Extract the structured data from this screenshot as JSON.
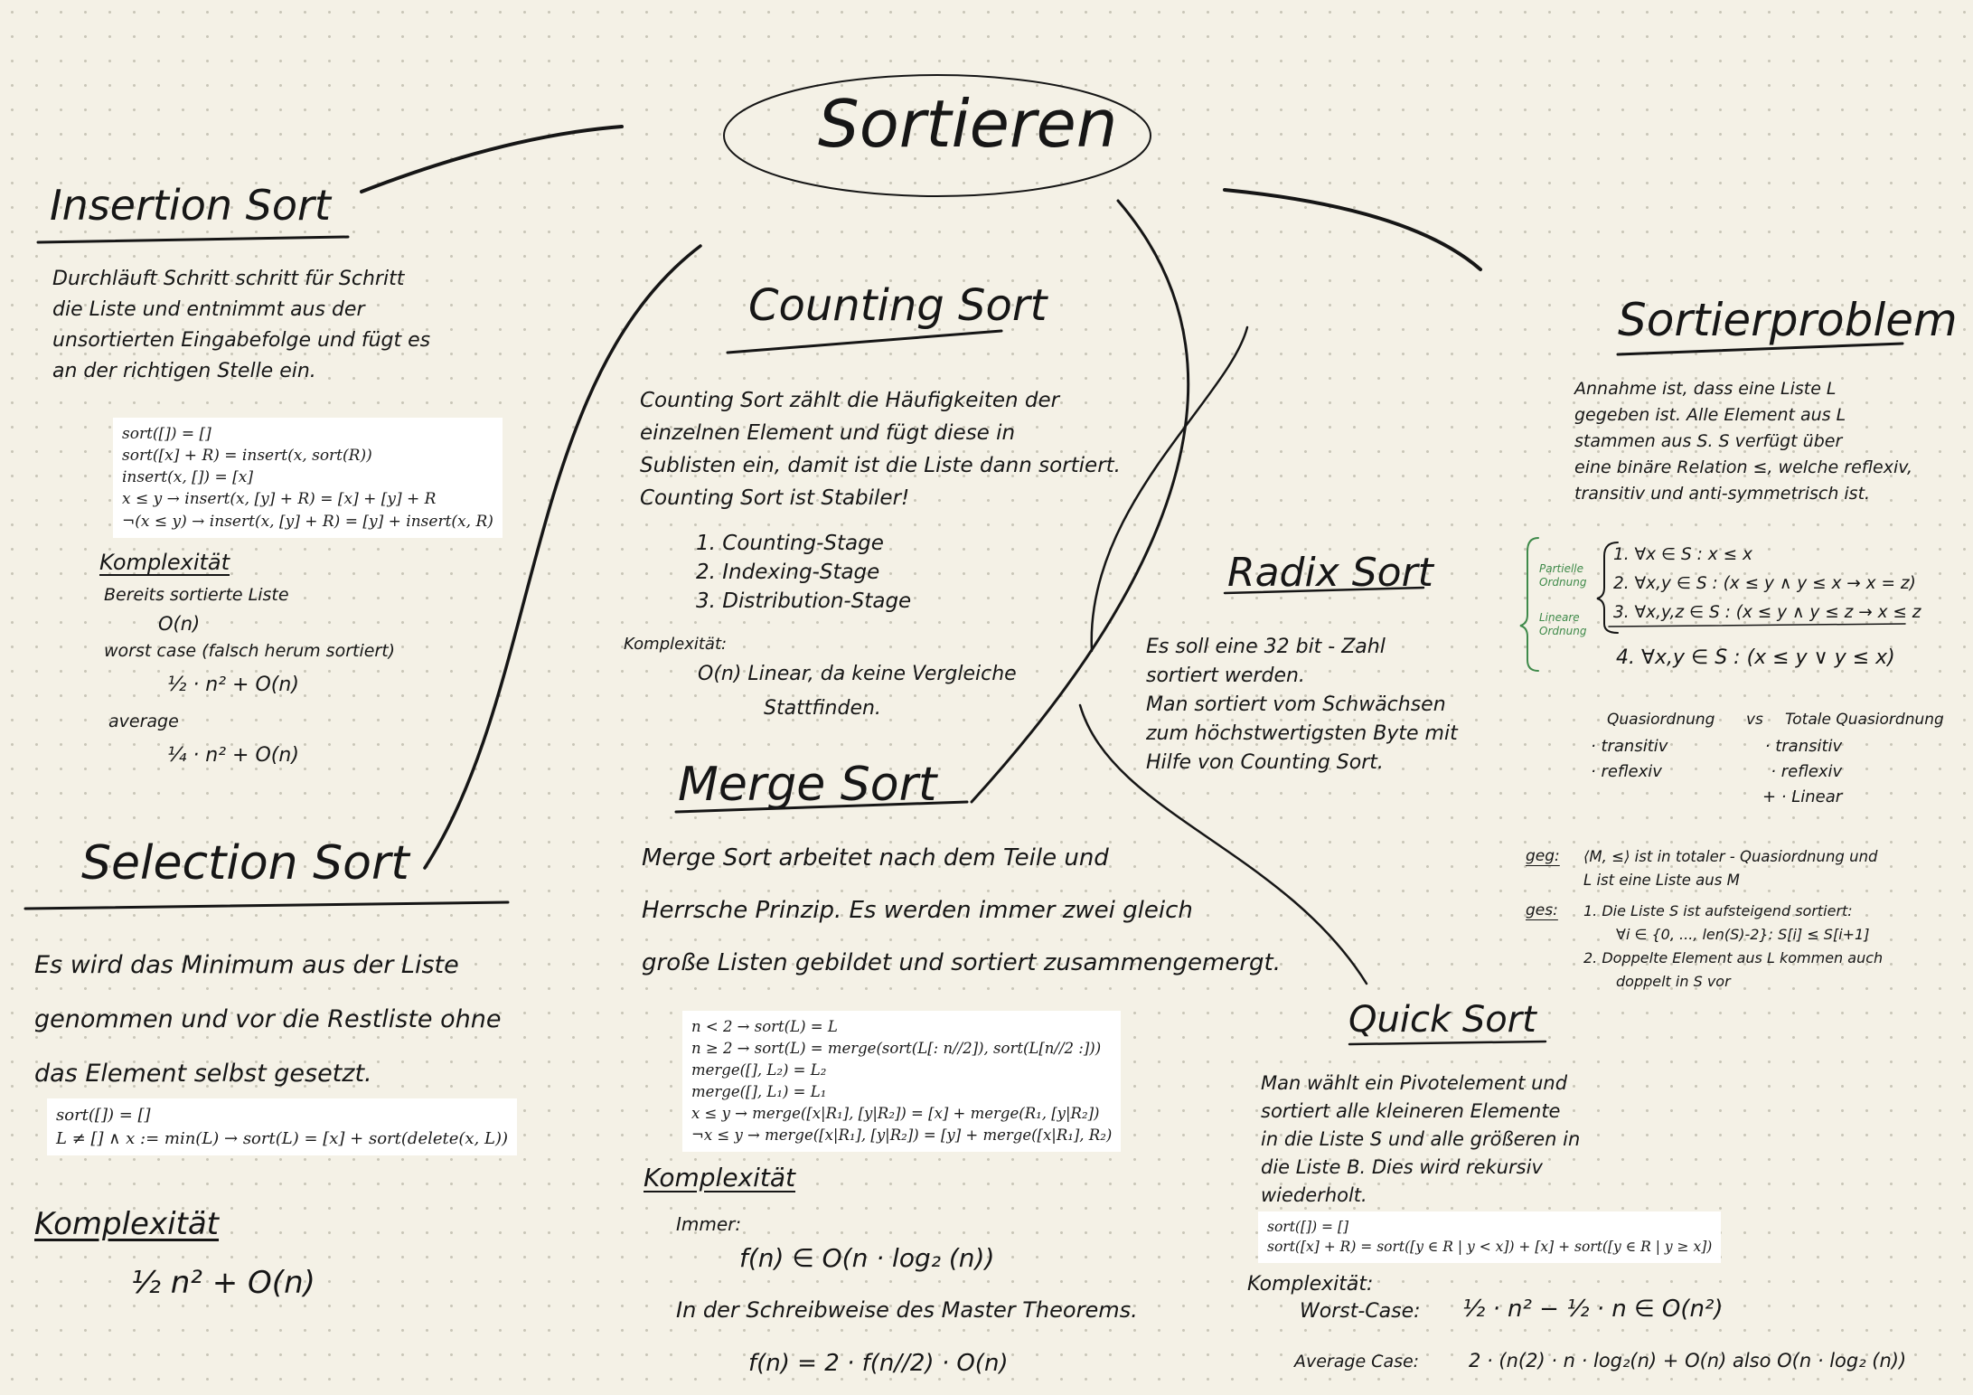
{
  "center": {
    "title": "Sortieren"
  },
  "insertion": {
    "title": "Insertion Sort",
    "desc": [
      "Durchläuft Schritt schritt für Schritt",
      "die Liste und entnimmt aus der",
      "unsortierten Eingabefolge und fügt es",
      "an der richtigen Stelle ein."
    ],
    "formula": [
      "sort([]) = []",
      "sort([x] + R) = insert(x, sort(R))",
      "insert(x, []) = [x]",
      "x ≤ y → insert(x, [y] + R) = [x] + [y] + R",
      "¬(x ≤ y) → insert(x, [y] + R) = [y] + insert(x, R)"
    ],
    "complexity_label": "Komplexität",
    "complexity": [
      "Bereits sortierte Liste",
      "O(n)",
      "worst case (falsch herum sortiert)",
      "½ · n² + O(n)",
      "average",
      "¼ · n² + O(n)"
    ]
  },
  "selection": {
    "title": "Selection Sort",
    "desc": [
      "Es wird das Minimum aus der Liste",
      "genommen und vor die Restliste ohne",
      "das Element selbst gesetzt."
    ],
    "formula": [
      "sort([]) = []",
      "L ≠ [] ∧ x := min(L) → sort(L) = [x] + sort(delete(x, L))"
    ],
    "complexity_label": "Komplexität",
    "complexity": "½ n² + O(n)"
  },
  "counting": {
    "title": "Counting Sort",
    "desc": [
      "Counting Sort zählt die Häufigkeiten der",
      "einzelnen Element und fügt diese in",
      "Sublisten ein, damit ist die Liste dann sortiert.",
      "Counting Sort ist Stabiler!"
    ],
    "stages": [
      "1. Counting-Stage",
      "2. Indexing-Stage",
      "3. Distribution-Stage"
    ],
    "complexity_label": "Komplexität:",
    "complexity": [
      "O(n)  Linear, da keine Vergleiche",
      "Stattfinden."
    ]
  },
  "merge": {
    "title": "Merge Sort",
    "desc": [
      "Merge Sort arbeitet nach dem Teile und",
      "Herrsche Prinzip. Es werden immer zwei gleich",
      "große Listen gebildet und sortiert zusammengemergt."
    ],
    "formula": [
      "n < 2 → sort(L) = L",
      "n ≥ 2 → sort(L) = merge(sort(L[: n//2]), sort(L[n//2 :]))",
      "merge([], L₂) = L₂",
      "merge([], L₁) = L₁",
      "x ≤ y → merge([x|R₁], [y|R₂]) = [x] + merge(R₁, [y|R₂])",
      "¬x ≤ y → merge([x|R₁], [y|R₂]) = [y] + merge([x|R₁], R₂)"
    ],
    "complexity_label": "Komplexität",
    "complexity": [
      "Immer:",
      "f(n) ∈ O(n · log₂ (n))",
      "In der Schreibweise des Master Theorems.",
      "f(n) = 2 · f(n//2) · O(n)"
    ]
  },
  "radix": {
    "title": "Radix Sort",
    "desc": [
      "Es soll eine 32 bit - Zahl",
      "sortiert werden.",
      "Man sortiert vom Schwächsen",
      "zum höchstwertigsten Byte mit",
      "Hilfe von Counting Sort."
    ]
  },
  "sortierproblem": {
    "title": "Sortierproblem",
    "desc": [
      "Annahme ist, dass eine Liste L",
      "gegeben ist. Alle Element aus L",
      "stammen aus S. S verfügt über",
      "eine binäre Relation ≤, welche reflexiv,",
      "transitiv und anti-symmetrisch ist."
    ],
    "partial_label": [
      "Partielle",
      "Ordnung"
    ],
    "linear_label": [
      "Lineare",
      "Ordnung"
    ],
    "axioms": [
      "1. ∀x ∈ S :  x ≤ x",
      "2. ∀x,y ∈ S : (x ≤ y  ∧  y ≤ x → x = z)",
      "3. ∀x,y,z ∈ S : (x ≤ y  ∧  y ≤ z → x ≤ z"
    ],
    "axiom4": "4. ∀x,y ∈ S : (x ≤ y  ∨  y ≤ x)",
    "quasi_head": [
      "Quasiordnung",
      "vs",
      "Totale Quasiordnung"
    ],
    "quasi_left": [
      "· transitiv",
      "· reflexiv"
    ],
    "quasi_right": [
      "· transitiv",
      "· reflexiv",
      "+ · Linear"
    ],
    "geg_label": "geg:",
    "geg": [
      "⟨M, ≤⟩ ist in totaler - Quasiordnung und",
      "L ist eine Liste aus M"
    ],
    "ges_label": "ges:",
    "ges": [
      "1. Die Liste S ist aufsteigend sortiert:",
      "∀i ∈ {0, ..., len(S)-2}: S[i] ≤ S[i+1]",
      "2. Doppelte Element aus L kommen auch",
      "doppelt in S vor"
    ]
  },
  "quick": {
    "title": "Quick Sort",
    "desc": [
      "Man wählt ein Pivotelement und",
      "sortiert alle kleineren Elemente",
      "in die Liste S und alle größeren in",
      "die Liste B. Dies wird rekursiv",
      "wiederholt."
    ],
    "formula": [
      "sort([]) = []",
      "sort([x] + R) = sort([y ∈ R | y < x]) + [x] + sort([y ∈ R | y ≥ x])"
    ],
    "complexity_label": "Komplexität:",
    "worst_label": "Worst-Case:",
    "worst": "½ · n² − ½ · n ∈ O(n²)",
    "avg_label": "Average Case:",
    "avg": "2 · (n(2) · n · log₂(n) + O(n)  also  O(n · log₂ (n))"
  }
}
